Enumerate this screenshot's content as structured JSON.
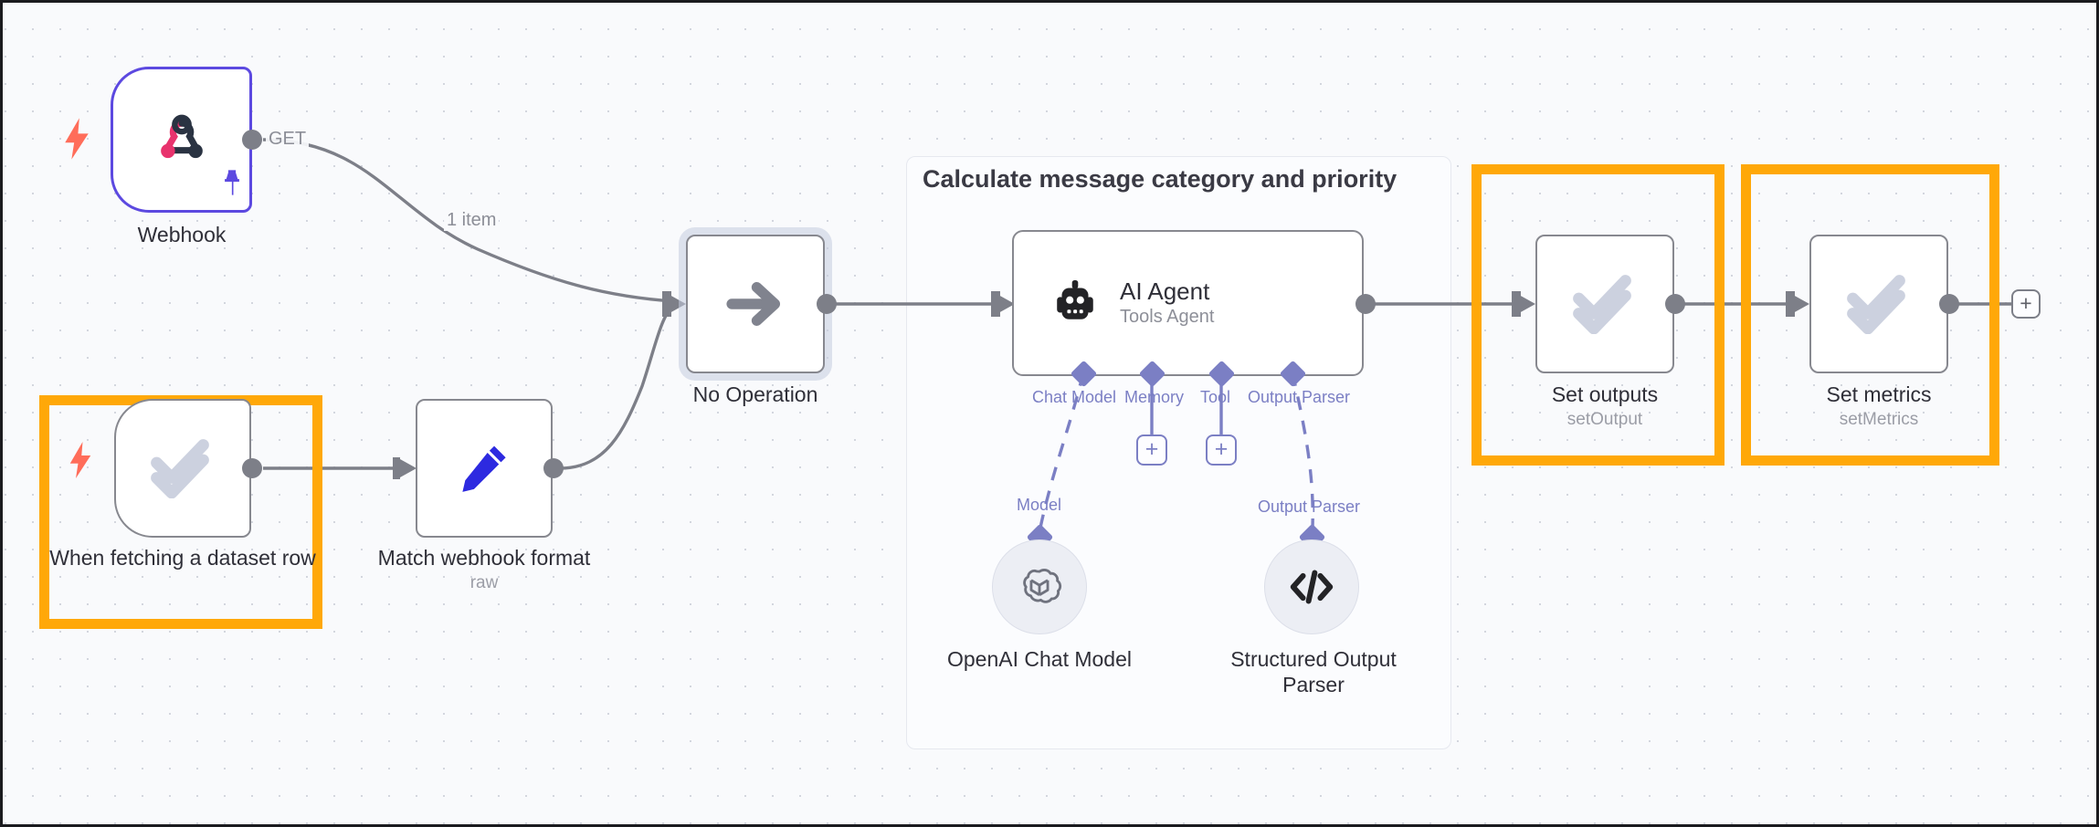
{
  "canvas": {
    "background": "#f9fafc",
    "grid_dot_color": "#d3d6de",
    "accent_purple": "#5c49e0",
    "highlight_orange": "#ffa808",
    "trigger_bolt_color": "#ff6d5a"
  },
  "group": {
    "title": "Calculate message category and priority"
  },
  "nodes": [
    {
      "id": "webhook",
      "label": "Webhook",
      "sublabel": "",
      "icon": "webhook-icon",
      "type": "trigger",
      "pinned": true
    },
    {
      "id": "when-fetching-dataset-row",
      "label": "When fetching a dataset row",
      "sublabel": "",
      "icon": "evaluation-double-check-icon",
      "type": "trigger",
      "highlighted": true
    },
    {
      "id": "match-webhook-format",
      "label": "Match webhook format",
      "sublabel": "raw",
      "icon": "pencil-edit-icon",
      "type": "action"
    },
    {
      "id": "no-operation",
      "label": "No Operation",
      "sublabel": "",
      "icon": "arrow-right-icon",
      "type": "action",
      "selected": true
    },
    {
      "id": "ai-agent",
      "label": "AI Agent",
      "sublabel": "Tools Agent",
      "icon": "robot-icon",
      "type": "agent"
    },
    {
      "id": "set-outputs",
      "label": "Set outputs",
      "sublabel": "setOutput",
      "icon": "evaluation-double-check-icon",
      "type": "action",
      "highlighted": true
    },
    {
      "id": "set-metrics",
      "label": "Set metrics",
      "sublabel": "setMetrics",
      "icon": "evaluation-double-check-icon",
      "type": "action",
      "highlighted": true
    }
  ],
  "subnodes": [
    {
      "id": "openai-chat-model",
      "label": "OpenAI Chat Model",
      "icon": "openai-icon",
      "port_label": "Model"
    },
    {
      "id": "structured-output-parser",
      "label": "Structured Output Parser",
      "icon": "code-brackets-icon",
      "port_label": "Output Parser"
    }
  ],
  "agent_ports": [
    {
      "id": "chat-model",
      "label": "Chat Model",
      "connected": true
    },
    {
      "id": "memory",
      "label": "Memory",
      "connected": false
    },
    {
      "id": "tool",
      "label": "Tool",
      "connected": false
    },
    {
      "id": "output-parser",
      "label": "Output Parser",
      "connected": true
    }
  ],
  "wire_labels": [
    {
      "id": "webhook-method",
      "text": "GET"
    },
    {
      "id": "webhook-items",
      "text": "1 item"
    }
  ],
  "buttons": [
    {
      "id": "add-node-memory",
      "label": "+"
    },
    {
      "id": "add-node-tool",
      "label": "+"
    },
    {
      "id": "add-node-end",
      "label": "+"
    }
  ]
}
